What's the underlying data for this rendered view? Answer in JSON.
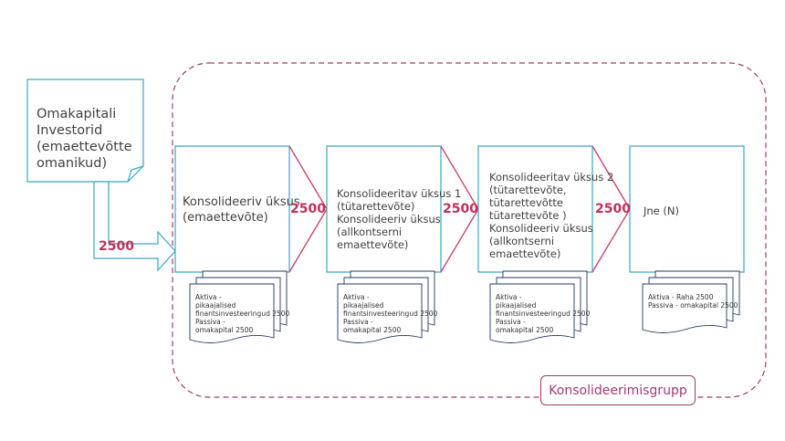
{
  "investor": {
    "label": "Omakapitali\nInvestorid\n(emaettevõtte\nomanikud)"
  },
  "units": [
    {
      "label": "Konsolideeriv üksus\n(emaettevõte)"
    },
    {
      "label": "Konsolideeritav üksus 1\n(tütarettevõte)\nKonsolideeriv üksus\n(allkontserni\nemaettevõte)"
    },
    {
      "label": "Konsolideeritav üksus 2\n(tütarettevõte,\ntütarettevõtte\ntütarettevõte )\nKonsolideeriv üksus\n(allkontserni\nemaettevõte)"
    },
    {
      "label": "Jne (N)"
    }
  ],
  "flows": {
    "investor_to_parent": "2500",
    "parent_to_unit1": "2500",
    "unit1_to_unit2": "2500",
    "unit2_to_next": "2500"
  },
  "balance_notes": [
    "Aktiva -\npikaajalised\nfinantsinvesteeringud 2500\nPassiva -\nomakapital 2500",
    "Aktiva -\npikaajalised\nfinantsinvesteeringud 2500\nPassiva -\nomakapital 2500",
    "Aktiva -\npikaajalised\nfinantsinvesteeringud 2500\nPassiva -\nomakapital 2500",
    "Aktiva - Raha 2500\nPassiva - omakapital 2500"
  ],
  "group": {
    "label": "Konsolideerimisgrupp"
  },
  "colors": {
    "box_stroke": "#3aa6c1",
    "chevron_stroke": "#d6406b",
    "group_stroke": "#a23a6f",
    "amount": "#c0305a"
  }
}
